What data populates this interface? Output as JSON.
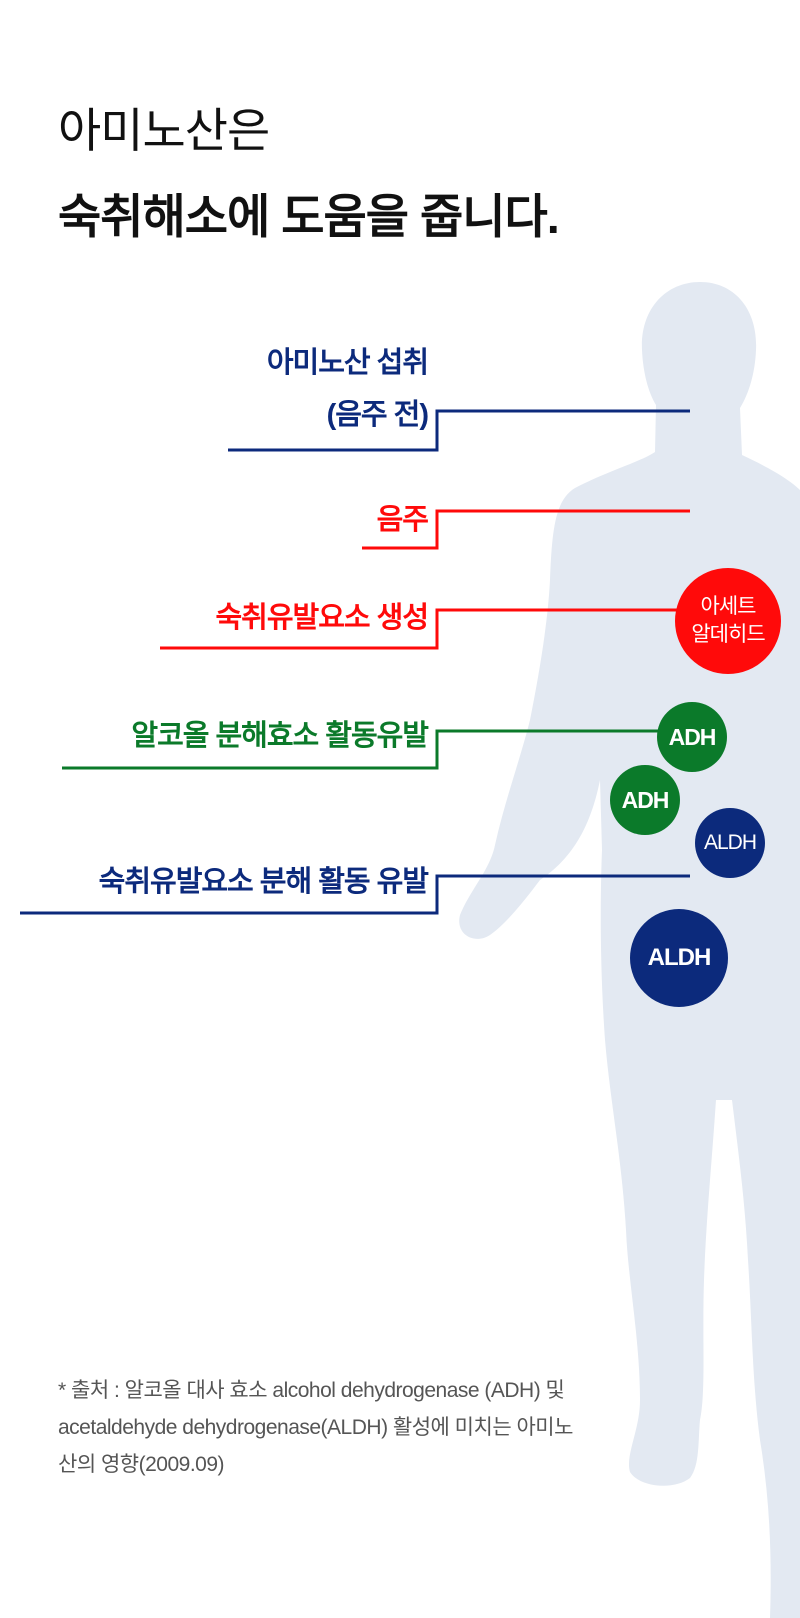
{
  "title": {
    "line1": "아미노산은",
    "line2": "숙취해소에 도움을 줍니다."
  },
  "steps": [
    {
      "label_line1": "아미노산 섭취",
      "label_line2": "(음주 전)",
      "color": "#0c2a7c"
    },
    {
      "label_line1": "음주",
      "color": "#ff0a0a"
    },
    {
      "label_line1": "숙취유발요소 생성",
      "color": "#ff0a0a"
    },
    {
      "label_line1": "알코올 분해효소 활동유발",
      "color": "#0b7a2a"
    },
    {
      "label_line1": "숙취유발요소 분해 활동 유발",
      "color": "#0c2a7c"
    }
  ],
  "circles": {
    "acetaldehyde_line1": "아세트",
    "acetaldehyde_line2": "알데히드",
    "adh1": "ADH",
    "adh2": "ADH",
    "aldh1": "ALDH",
    "aldh2": "ALDH"
  },
  "footnote": "* 출처 : 알코올 대사 효소 alcohol dehydrogenase (ADH) 및 acetaldehyde dehydrogenase(ALDH) 활성에 미치는 아미노산의 영향(2009.09)",
  "colors": {
    "body": "#e3e9f2",
    "navy": "#0c2a7c",
    "red": "#ff0a0a",
    "green": "#0b7a2a"
  }
}
